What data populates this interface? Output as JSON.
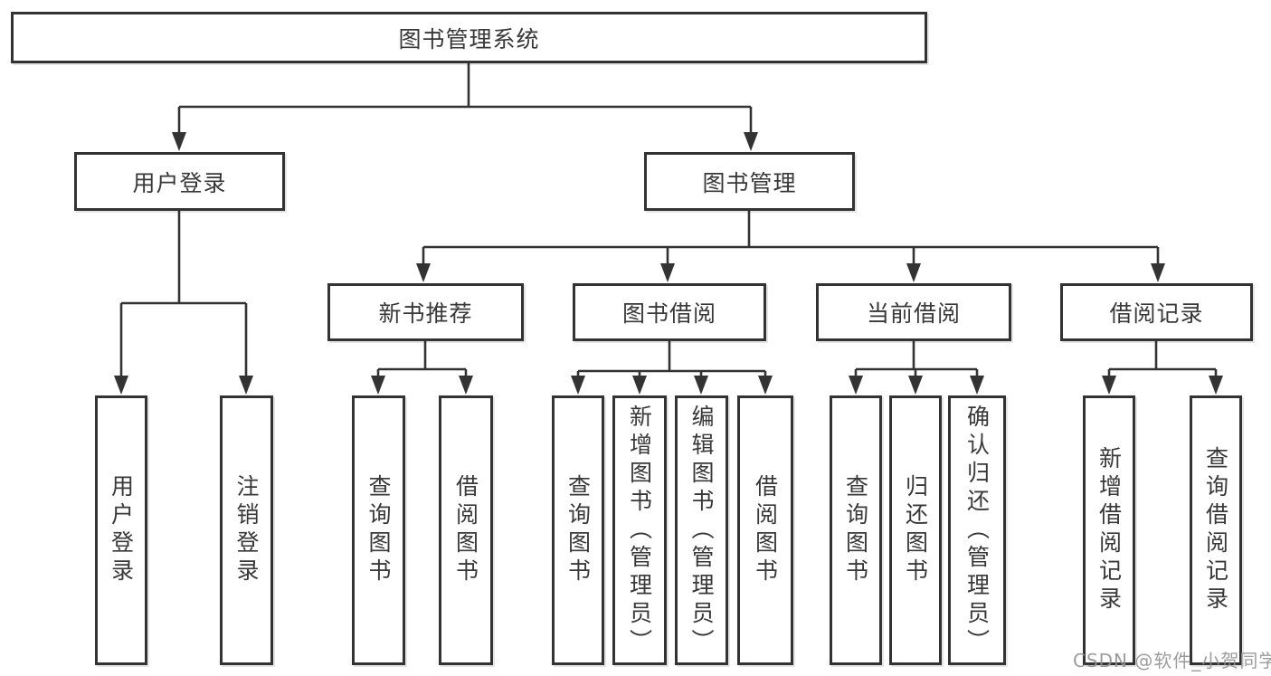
{
  "tree": {
    "root": {
      "label": "图书管理系统"
    },
    "children": [
      {
        "label": "用户登录",
        "children": [
          {
            "label": "用户登录"
          },
          {
            "label": "注销登录"
          }
        ]
      },
      {
        "label": "图书管理",
        "children": [
          {
            "label": "新书推荐",
            "children": [
              {
                "label": "查询图书"
              },
              {
                "label": "借阅图书"
              }
            ]
          },
          {
            "label": "图书借阅",
            "children": [
              {
                "label": "查询图书"
              },
              {
                "label": "新增图书（管理员）"
              },
              {
                "label": "编辑图书（管理员）"
              },
              {
                "label": "借阅图书"
              }
            ]
          },
          {
            "label": "当前借阅",
            "children": [
              {
                "label": "查询图书"
              },
              {
                "label": "归还图书"
              },
              {
                "label": "确认归还（管理员）"
              }
            ]
          },
          {
            "label": "借阅记录",
            "children": [
              {
                "label": "新增借阅记录"
              },
              {
                "label": "查询借阅记录"
              }
            ]
          }
        ]
      }
    ]
  },
  "watermark": {
    "text": "CSDN @软件_小贺同学"
  },
  "colors": {
    "line": "#333333",
    "text": "#383838",
    "node_background": "#ffffff",
    "page_background": "#ffffff",
    "watermark": "#919191"
  }
}
